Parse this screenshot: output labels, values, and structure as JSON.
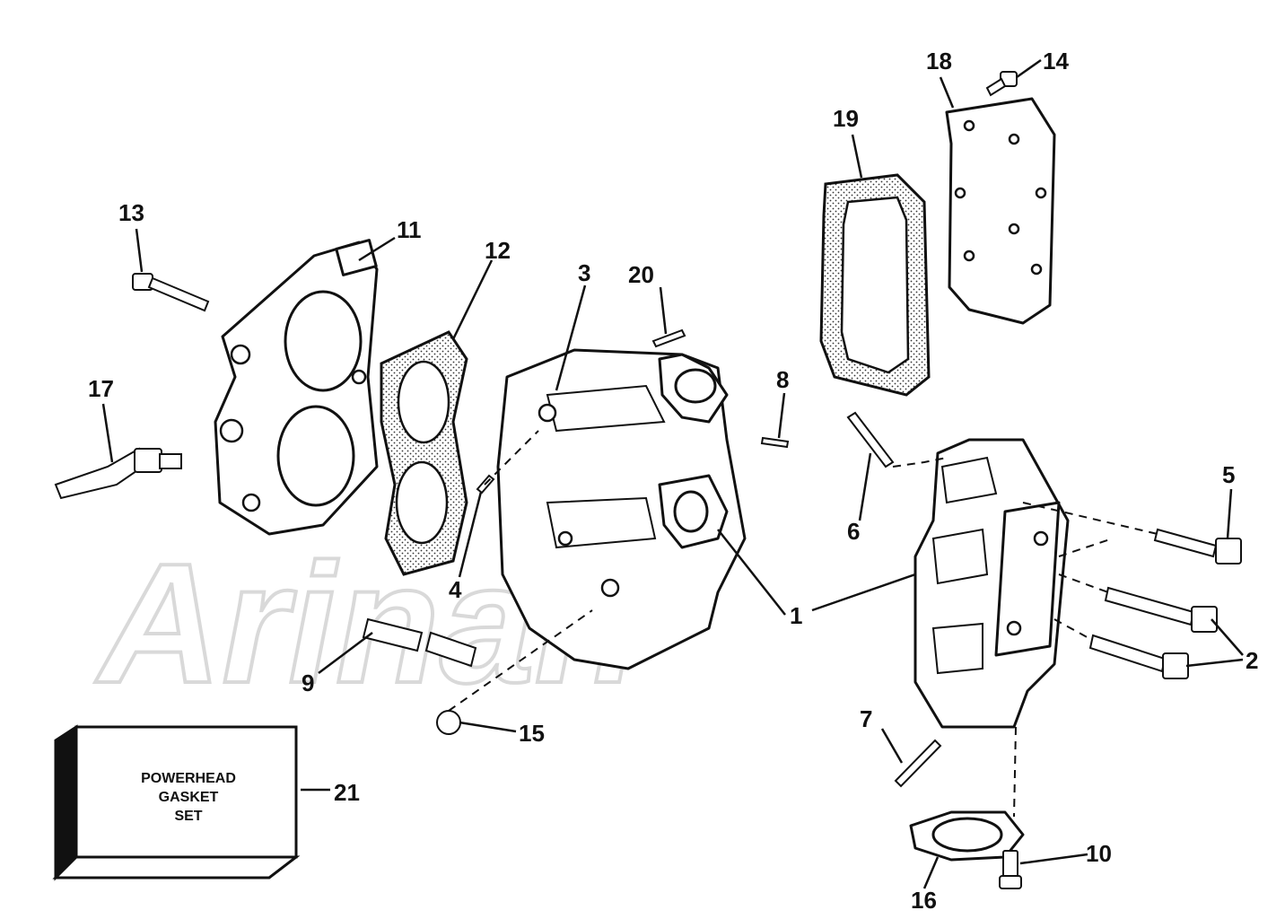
{
  "callouts": [
    {
      "id": "1",
      "label": "1"
    },
    {
      "id": "2",
      "label": "2"
    },
    {
      "id": "3",
      "label": "3"
    },
    {
      "id": "4",
      "label": "4"
    },
    {
      "id": "5",
      "label": "5"
    },
    {
      "id": "6",
      "label": "6"
    },
    {
      "id": "7",
      "label": "7"
    },
    {
      "id": "8",
      "label": "8"
    },
    {
      "id": "9",
      "label": "9"
    },
    {
      "id": "10",
      "label": "10"
    },
    {
      "id": "11",
      "label": "11"
    },
    {
      "id": "12",
      "label": "12"
    },
    {
      "id": "13",
      "label": "13"
    },
    {
      "id": "14",
      "label": "14"
    },
    {
      "id": "15",
      "label": "15"
    },
    {
      "id": "16",
      "label": "16"
    },
    {
      "id": "17",
      "label": "17"
    },
    {
      "id": "18",
      "label": "18"
    },
    {
      "id": "19",
      "label": "19"
    },
    {
      "id": "20",
      "label": "20"
    },
    {
      "id": "21",
      "label": "21"
    }
  ],
  "gasket_set_box": {
    "line1": "POWERHEAD",
    "line2": "GASKET",
    "line3": "SET"
  },
  "watermark": {
    "text": "Arinan"
  },
  "colors": {
    "ink": "#111111",
    "background": "#ffffff",
    "watermark": "#d9d9d9"
  }
}
